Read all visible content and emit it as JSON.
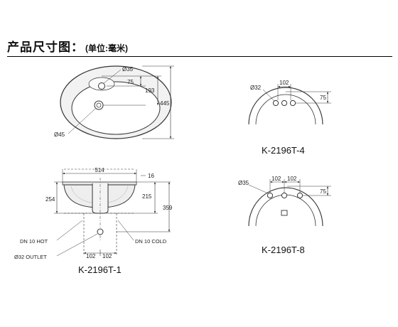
{
  "header": {
    "title": "产品尺寸图：",
    "unit_note": "(单位:毫米)"
  },
  "top_view": {
    "d_hole": "Ø35",
    "d_drain": "Ø45",
    "dim_75": "75",
    "dim_193": "193",
    "dim_445": "445"
  },
  "side_view": {
    "dim_width": "514",
    "dim_rim": "16",
    "dim_254": "254",
    "dim_215": "215",
    "dim_359": "359",
    "label_hot": "DN 10 HOT",
    "label_outlet": "Ø32 OUTLET",
    "label_cold": "DN 10 COLD",
    "dim_left": "102",
    "dim_right": "102",
    "model": "K-2196T-1"
  },
  "variant_4": {
    "d_hole": "Ø32",
    "dim_spacing": "102",
    "dim_75": "75",
    "model": "K-2196T-4"
  },
  "variant_8": {
    "d_hole": "Ø35",
    "dim_left": "102",
    "dim_right": "102",
    "dim_75": "75",
    "model": "K-2196T-8"
  },
  "colors": {
    "line": "#333333",
    "fill": "#efefef",
    "shade": "#dcdcdc"
  }
}
